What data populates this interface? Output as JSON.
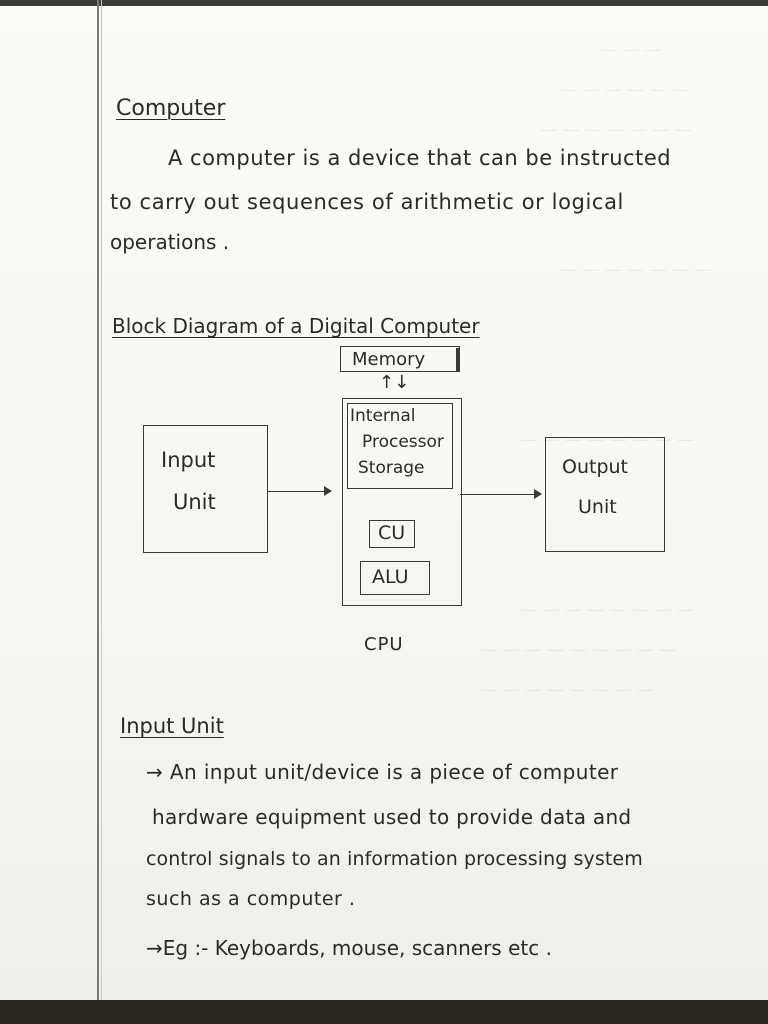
{
  "heading": "Computer",
  "definition": {
    "line1": "A computer is a device that can be instructed",
    "line2": "to carry out sequences of arithmetic or logical",
    "line3": "operations ."
  },
  "diagram": {
    "title": "Block Diagram of a Digital Computer",
    "memory": "Memory",
    "memory_arrows": "↑↓",
    "input_line1": "Input",
    "input_line2": "Unit",
    "internal_line1": "Internal",
    "internal_line2": "Processor",
    "internal_line3": "Storage",
    "cu": "CU",
    "alu": "ALU",
    "cpu": "CPU",
    "output_line1": "Output",
    "output_line2": "Unit"
  },
  "input_section": {
    "heading": "Input Unit",
    "line1": "→ An input unit/device is a piece of computer",
    "line2": "hardware equipment used to provide data and",
    "line3": "control signals to an information processing system",
    "line4": "such as a computer .",
    "example": "→Eg :- Keyboards, mouse, scanners etc ."
  }
}
